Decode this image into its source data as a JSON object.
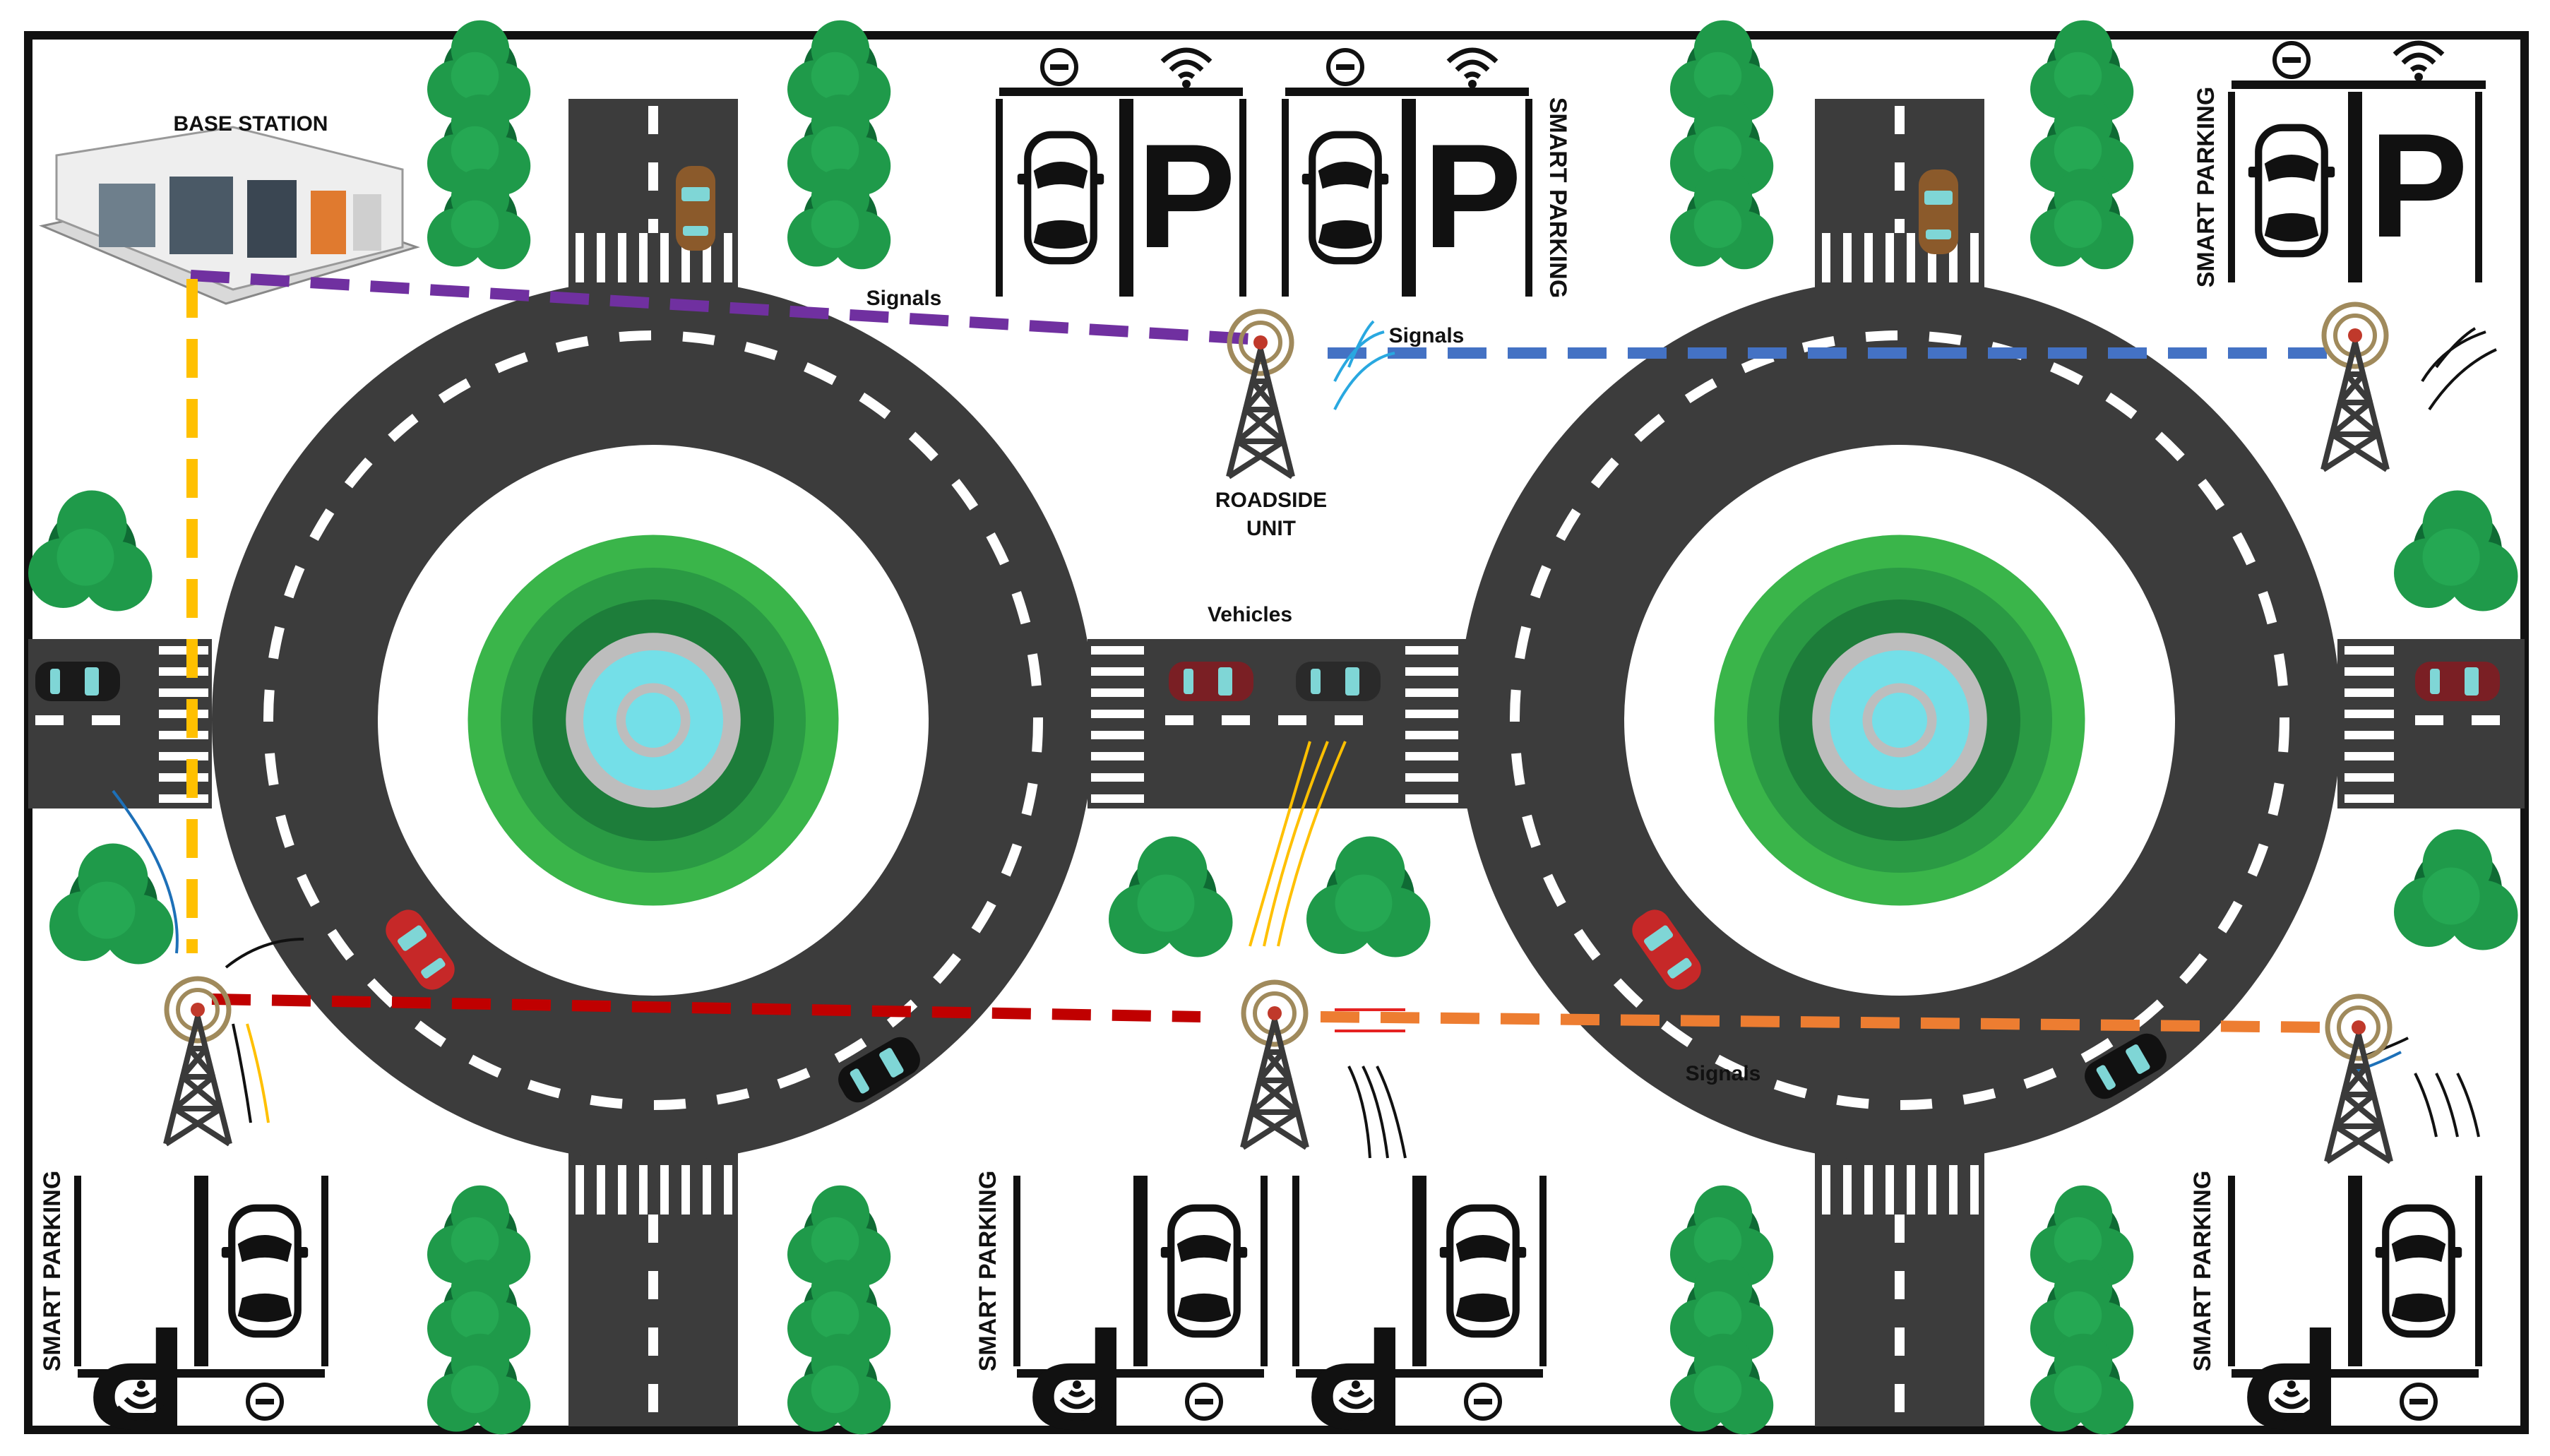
{
  "labels": {
    "base_station": "BASE STATION",
    "roadside_unit_line1": "ROADSIDE",
    "roadside_unit_line2": "UNIT",
    "vehicles": "Vehicles",
    "signals": "Signals",
    "smart_parking": "SMART PARKING",
    "parking_letter": "P"
  },
  "colors": {
    "road": "#3c3c3c",
    "road_edge": "#4a4a4a",
    "lane_mark": "#ffffff",
    "tree_light": "#1f9a4a",
    "tree_dark": "#0f6b34",
    "ring_1": "#3ab54a",
    "ring_2": "#2a9a44",
    "ring_3": "#1d7d3a",
    "ring_4": "#156a30",
    "fountain_grey": "#bdbdbd",
    "fountain_water": "#74dfe8",
    "link_purple": "#7030a0",
    "link_blue": "#4472c4",
    "link_red": "#c00000",
    "link_orange": "#ed7d31",
    "link_yellow": "#ffc000",
    "tower": "#3a3a3a",
    "signal_ring": "#a08a5c"
  },
  "icons": {
    "tower": "radio-tower-icon",
    "building": "data-center-icon",
    "car": "car-icon",
    "wifi": "wifi-icon",
    "no_entry": "no-entry-icon",
    "tree": "tree-icon",
    "fountain": "fountain-icon"
  }
}
